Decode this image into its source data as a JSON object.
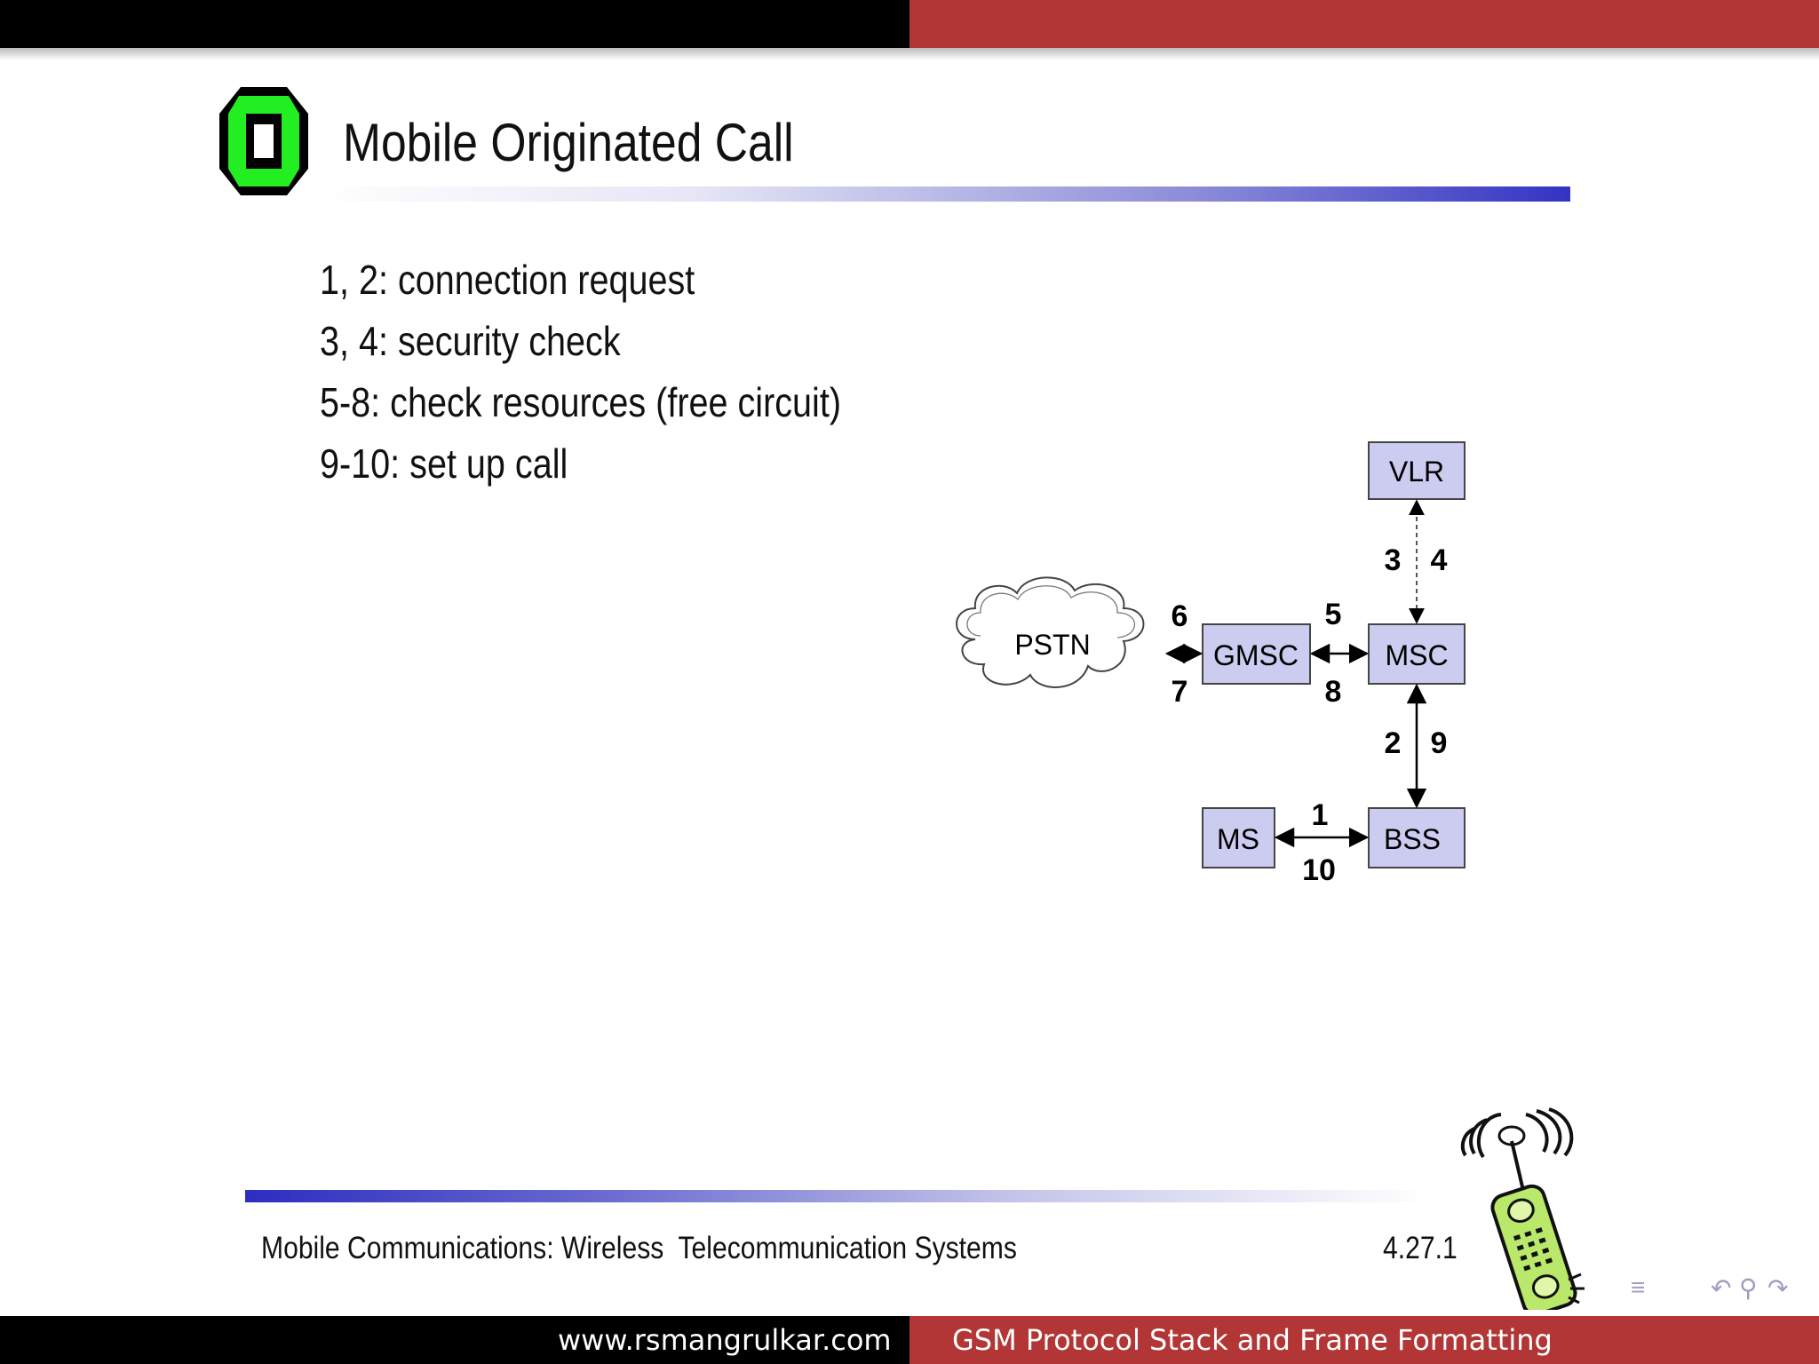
{
  "header_bar": {
    "left_color": "#000000",
    "right_color": "#b33636"
  },
  "slide": {
    "title": "Mobile Originated Call",
    "bullets": [
      "1, 2: connection request",
      "3, 4: security check",
      "5-8: check resources (free circuit)",
      "9-10: set up call"
    ]
  },
  "diagram": {
    "nodes": {
      "pstn": "PSTN",
      "gmsc": "GMSC",
      "msc": "MSC",
      "vlr": "VLR",
      "bss": "BSS",
      "ms": "MS"
    },
    "labels": {
      "l3": "3",
      "l4": "4",
      "l6": "6",
      "l7": "7",
      "l5": "5",
      "l8": "8",
      "l2": "2",
      "l9": "9",
      "l1": "1",
      "l10": "10"
    },
    "box_fill": "#ccccf0"
  },
  "footer": {
    "left": "Mobile Communications: Wireless  Telecommunication Systems",
    "right": "4.27.1"
  },
  "nav_icons": [
    "toc-icon",
    "undo-icon",
    "find-icon",
    "redo-icon"
  ],
  "bottom_bar": {
    "left": "www.rsmangrulkar.com",
    "right": "GSM Protocol Stack and Frame Formatting"
  }
}
